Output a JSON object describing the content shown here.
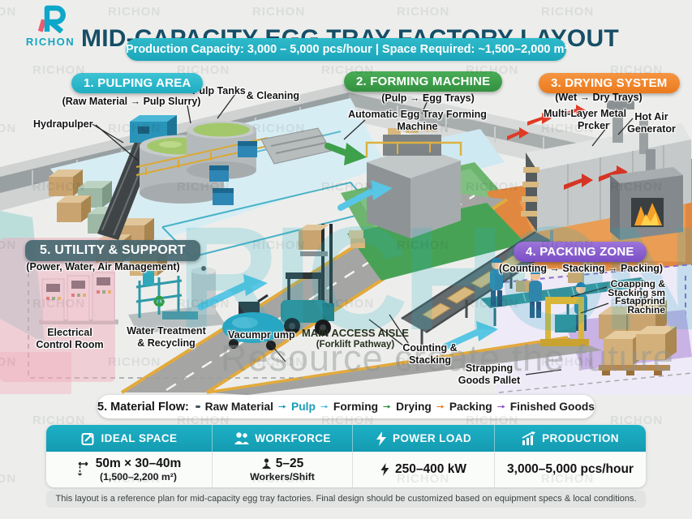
{
  "watermark": {
    "brand": "RICHON",
    "tagline": "Resource create the future"
  },
  "header": {
    "logo_text": "RICHON",
    "title": "MID-CAPACITY EGG TRAY FACTORY LAYOUT",
    "banner": "Production Capacity: 3,000 – 5,000 pcs/hour | Space Required: ~1,500–2,000 m²"
  },
  "zones": {
    "pulping": {
      "label": "1. PULPING AREA",
      "sub": "(Raw Material → Pulp Slurry)",
      "color": "#29b6c8"
    },
    "forming": {
      "label": "2. FORMING MACHINE",
      "sub": "(Pulp → Egg Trays)",
      "color": "#3da04b"
    },
    "drying": {
      "label": "3. DRYING SYSTEM",
      "sub": "(Wet → Dry Trays)",
      "color": "#f0862e"
    },
    "packing": {
      "label": "4. PACKING ZONE",
      "sub": "(Counting → Stacking → Packing)",
      "color": "#8a62cd"
    },
    "utility": {
      "label": "5. UTILITY & SUPPORT",
      "sub": "(Power, Water, Air Management)",
      "color": "#4e7078"
    }
  },
  "labels": {
    "hydrapulper": "Hydrapulper",
    "pulp_tanks_1": "Pulp Tanks",
    "pulp_tanks_2": "& Cleaning",
    "forming_machine_1": "Automatic Egg Tray Forming",
    "forming_machine_2": "Machine",
    "dryer_1": "Multi-Layer Metal",
    "dryer_2": "Prcker",
    "hot_air_1": "Hot Air",
    "hot_air_2": "Generator",
    "electrical_1": "Electrical",
    "electrical_2": "Control Room",
    "water_1": "Water Treatment",
    "water_2": "& Recycling",
    "vacuum_pump": "Vacumpr ump",
    "aisle_1": "MAIN ACCESS AISLE",
    "aisle_2": "(Forklift Pathway)",
    "counting_1": "Counting &",
    "counting_2": "Stacking",
    "strapping_1": "Strapping",
    "strapping_2": "Goods Pallet",
    "packer_1": "Coapping &",
    "packer_2": "Stacking sm",
    "packer_3": "Fstapprind",
    "packer_4": "Rachine"
  },
  "legend": {
    "title": "5. Material Flow:",
    "flow": [
      {
        "label": "Raw Material",
        "marker": "dash",
        "marker_color": "#47555e",
        "label_color": "#1d1d1d"
      },
      {
        "label": "Pulp",
        "marker": "arrow",
        "marker_color": "#1a9cb8",
        "label_color": "#1a9cb8"
      },
      {
        "label": "Forming",
        "marker": "arrow",
        "marker_color": "#4fc0e8",
        "label_color": "#1d1d1d"
      },
      {
        "label": "Drying",
        "marker": "arrow",
        "marker_color": "#2f8f3c",
        "label_color": "#1d1d1d"
      },
      {
        "label": "Packing",
        "marker": "arrow",
        "marker_color": "#ed7d23",
        "label_color": "#1d1d1d"
      },
      {
        "label": "Finished Goods",
        "marker": "arrow",
        "marker_color": "#8a4fc8",
        "label_color": "#1d1d1d"
      }
    ]
  },
  "stats": {
    "header_bg": "#18a6bb",
    "columns": [
      {
        "icon": "blueprint-icon",
        "header": "IDEAL SPACE",
        "value": "50m × 30–40m",
        "value2": "(1,500–2,200 m²)"
      },
      {
        "icon": "workers-icon",
        "header": "WORKFORCE",
        "value": "5–25",
        "value2": "Workers/Shift"
      },
      {
        "icon": "bolt-icon",
        "header": "POWER LOAD",
        "value": "250–400 kW",
        "value2": ""
      },
      {
        "icon": "chart-icon",
        "header": "PRODUCTION",
        "value": "3,000–5,000 pcs/hour",
        "value2": ""
      }
    ]
  },
  "footer": "This layout is a reference plan for mid-capacity egg tray factories. Final design should be customized based on equipment specs & local conditions."
}
